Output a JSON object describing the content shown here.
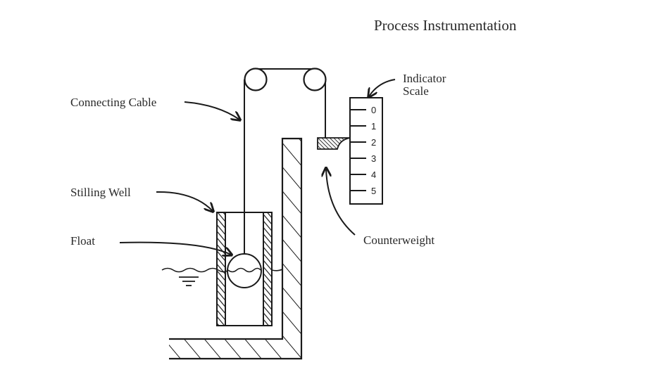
{
  "title": "Process Instrumentation",
  "labels": {
    "connecting_cable": "Connecting Cable",
    "stilling_well": "Stilling Well",
    "float": "Float",
    "indicator_scale_line1": "Indicator",
    "indicator_scale_line2": "Scale",
    "counterweight": "Counterweight"
  },
  "scale_ticks": [
    "0",
    "1",
    "2",
    "3",
    "4",
    "5"
  ],
  "indicator_reading": 2,
  "colors": {
    "line": "#1a1a1a",
    "text": "#2a2a2a",
    "background": "#ffffff"
  }
}
